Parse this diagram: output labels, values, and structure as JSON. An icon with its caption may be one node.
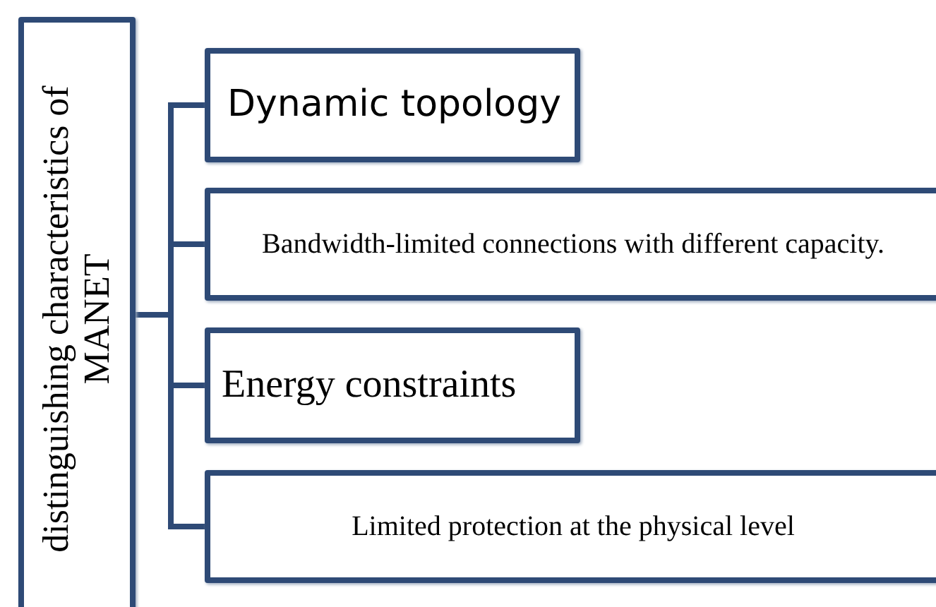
{
  "diagram": {
    "nodes": [
      {
        "text": [
          "distinguishing characteristics of MANET"
        ]
      },
      {
        "text": [
          "Dynamic topology"
        ]
      },
      {
        "text": [
          "Bandwidth-limited connections with different capacity."
        ]
      },
      {
        "text": [
          "Energy constraints"
        ]
      },
      {
        "text": [
          "Limited protection at the physical level"
        ]
      }
    ],
    "edges": [
      {
        "from": 0,
        "to": 1,
        "arrow": "none"
      },
      {
        "from": 0,
        "to": 2,
        "arrow": "none"
      },
      {
        "from": 0,
        "to": 3,
        "arrow": "none"
      },
      {
        "from": 0,
        "to": 4,
        "arrow": "none"
      }
    ]
  }
}
